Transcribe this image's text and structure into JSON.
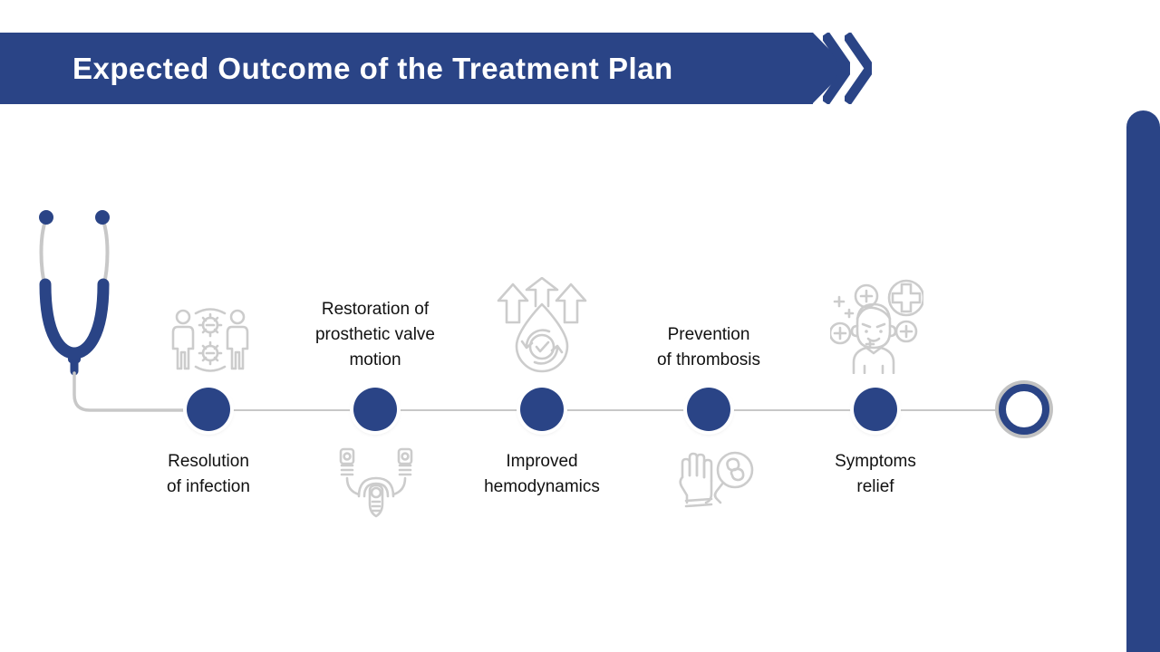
{
  "slide": {
    "title": "Expected Outcome of the Treatment Plan",
    "background_color": "#ffffff",
    "accent_color": "#2a4486",
    "line_color": "#c8c8c8",
    "icon_color": "#cccccc",
    "text_color": "#111111"
  },
  "decor": {
    "banner_tip_name": "banner-arrow-tip",
    "chevron1_name": "banner-chevron-1",
    "chevron2_name": "banner-chevron-2",
    "right_bar_name": "right-edge-bar",
    "stethoscope_name": "stethoscope-illustration",
    "timeline_name": "timeline-baseline",
    "end_marker_name": "timeline-end-marker"
  },
  "timeline": {
    "nodes": [
      {
        "id": "resolution-of-infection",
        "label_line1": "Resolution",
        "label_line2": "of infection",
        "label_position": "below",
        "icon": "two-people-virus-icon",
        "icon_position": "above"
      },
      {
        "id": "restoration-of-prosthetic-valve-motion",
        "label_line1": "Restoration of",
        "label_line2": "prosthetic valve",
        "label_line3": "motion",
        "label_position": "above",
        "icon": "prosthetic-valve-device-icon",
        "icon_position": "below"
      },
      {
        "id": "improved-hemodynamics",
        "label_line1": "Improved",
        "label_line2": "hemodynamics",
        "label_position": "below",
        "icon": "blood-drop-circulation-icon",
        "icon_position": "above"
      },
      {
        "id": "prevention-of-thrombosis",
        "label_line1": "Prevention",
        "label_line2": "of thrombosis",
        "label_position": "above",
        "icon": "hand-stop-clot-magnifier-icon",
        "icon_position": "below"
      },
      {
        "id": "symptoms-relief",
        "label_line1": "Symptoms",
        "label_line2": "relief",
        "label_position": "below",
        "icon": "happy-patient-plus-signs-icon",
        "icon_position": "above"
      }
    ]
  }
}
